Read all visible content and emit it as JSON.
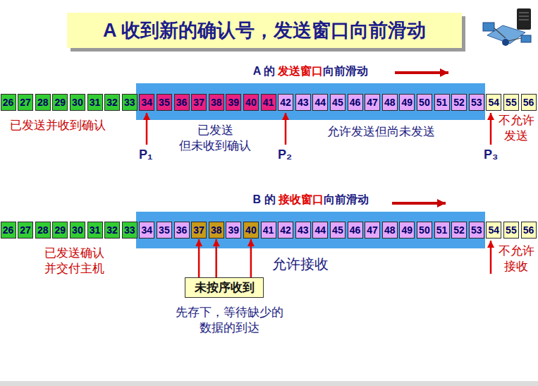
{
  "diagram": {
    "title": "A 收到新的确认号，发送窗口向前滑动",
    "nodes": [
      {
        "text": [
          "26"
        ]
      },
      {
        "text": [
          "27"
        ]
      },
      {
        "text": [
          "28"
        ]
      },
      {
        "text": [
          "29"
        ]
      },
      {
        "text": [
          "30"
        ]
      },
      {
        "text": [
          "31"
        ]
      },
      {
        "text": [
          "32"
        ]
      },
      {
        "text": [
          "33"
        ]
      },
      {
        "text": [
          "A 的",
          "发送窗口",
          "向前滑动"
        ]
      },
      {
        "text": [
          "34"
        ],
        "in": 8
      },
      {
        "text": [
          "35"
        ],
        "in": 8
      },
      {
        "text": [
          "36"
        ],
        "in": 8
      },
      {
        "text": [
          "37"
        ],
        "in": 8
      },
      {
        "text": [
          "38"
        ],
        "in": 8
      },
      {
        "text": [
          "39"
        ],
        "in": 8
      },
      {
        "text": [
          "40"
        ],
        "in": 8
      },
      {
        "text": [
          "41"
        ],
        "in": 8
      },
      {
        "text": [
          "42"
        ],
        "in": 8
      },
      {
        "text": [
          "43"
        ],
        "in": 8
      },
      {
        "text": [
          "44"
        ],
        "in": 8
      },
      {
        "text": [
          "45"
        ],
        "in": 8
      },
      {
        "text": [
          "46"
        ],
        "in": 8
      },
      {
        "text": [
          "47"
        ],
        "in": 8
      },
      {
        "text": [
          "48"
        ],
        "in": 8
      },
      {
        "text": [
          "49"
        ],
        "in": 8
      },
      {
        "text": [
          "50"
        ],
        "in": 8
      },
      {
        "text": [
          "51"
        ],
        "in": 8
      },
      {
        "text": [
          "52"
        ],
        "in": 8
      },
      {
        "text": [
          "53"
        ],
        "in": 8
      },
      {
        "text": [
          "54"
        ]
      },
      {
        "text": [
          "55"
        ]
      },
      {
        "text": [
          "56"
        ]
      },
      {
        "text": [
          "26"
        ]
      },
      {
        "text": [
          "27"
        ]
      },
      {
        "text": [
          "28"
        ]
      },
      {
        "text": [
          "29"
        ]
      },
      {
        "text": [
          "30"
        ]
      },
      {
        "text": [
          "31"
        ]
      },
      {
        "text": [
          "32"
        ]
      },
      {
        "text": [
          "33"
        ]
      },
      {
        "text": [
          "B 的",
          "接收窗口",
          "向前滑动"
        ]
      },
      {
        "text": [
          "34"
        ],
        "in": 40
      },
      {
        "text": [
          "35"
        ],
        "in": 40
      },
      {
        "text": [
          "36"
        ],
        "in": 40
      },
      {
        "text": [
          "37"
        ],
        "in": 40
      },
      {
        "text": [
          "38"
        ],
        "in": 40
      },
      {
        "text": [
          "39"
        ],
        "in": 40
      },
      {
        "text": [
          "40"
        ],
        "in": 40
      },
      {
        "text": [
          "41"
        ],
        "in": 40
      },
      {
        "text": [
          "42"
        ],
        "in": 40
      },
      {
        "text": [
          "43"
        ],
        "in": 40
      },
      {
        "text": [
          "44"
        ],
        "in": 40
      },
      {
        "text": [
          "45"
        ],
        "in": 40
      },
      {
        "text": [
          "46"
        ],
        "in": 40
      },
      {
        "text": [
          "47"
        ],
        "in": 40
      },
      {
        "text": [
          "48"
        ],
        "in": 40
      },
      {
        "text": [
          "49"
        ],
        "in": 40
      },
      {
        "text": [
          "50"
        ],
        "in": 40
      },
      {
        "text": [
          "51"
        ],
        "in": 40
      },
      {
        "text": [
          "52"
        ],
        "in": 40
      },
      {
        "text": [
          "53"
        ],
        "in": 40
      },
      {
        "text": [
          "54"
        ]
      },
      {
        "text": [
          "55"
        ]
      },
      {
        "text": [
          "56"
        ]
      },
      {
        "text": [
          "未按序收到"
        ]
      }
    ],
    "edges": [
      {
        "from": 64,
        "to": 44,
        "arrow": "to"
      },
      {
        "from": 64,
        "to": 45,
        "arrow": "to"
      },
      {
        "from": 64,
        "to": 47,
        "arrow": "to"
      }
    ],
    "labels": [
      "已发送并收到确认",
      "已发送 但未收到确认",
      "允许发送但尚未发送",
      "不允许 发送",
      "P₁",
      "P₂",
      "P₃",
      "已发送确认 并交付主机",
      "允许接收",
      "不允许 接收",
      "先存下，等待缺少的 数据的到达"
    ]
  }
}
